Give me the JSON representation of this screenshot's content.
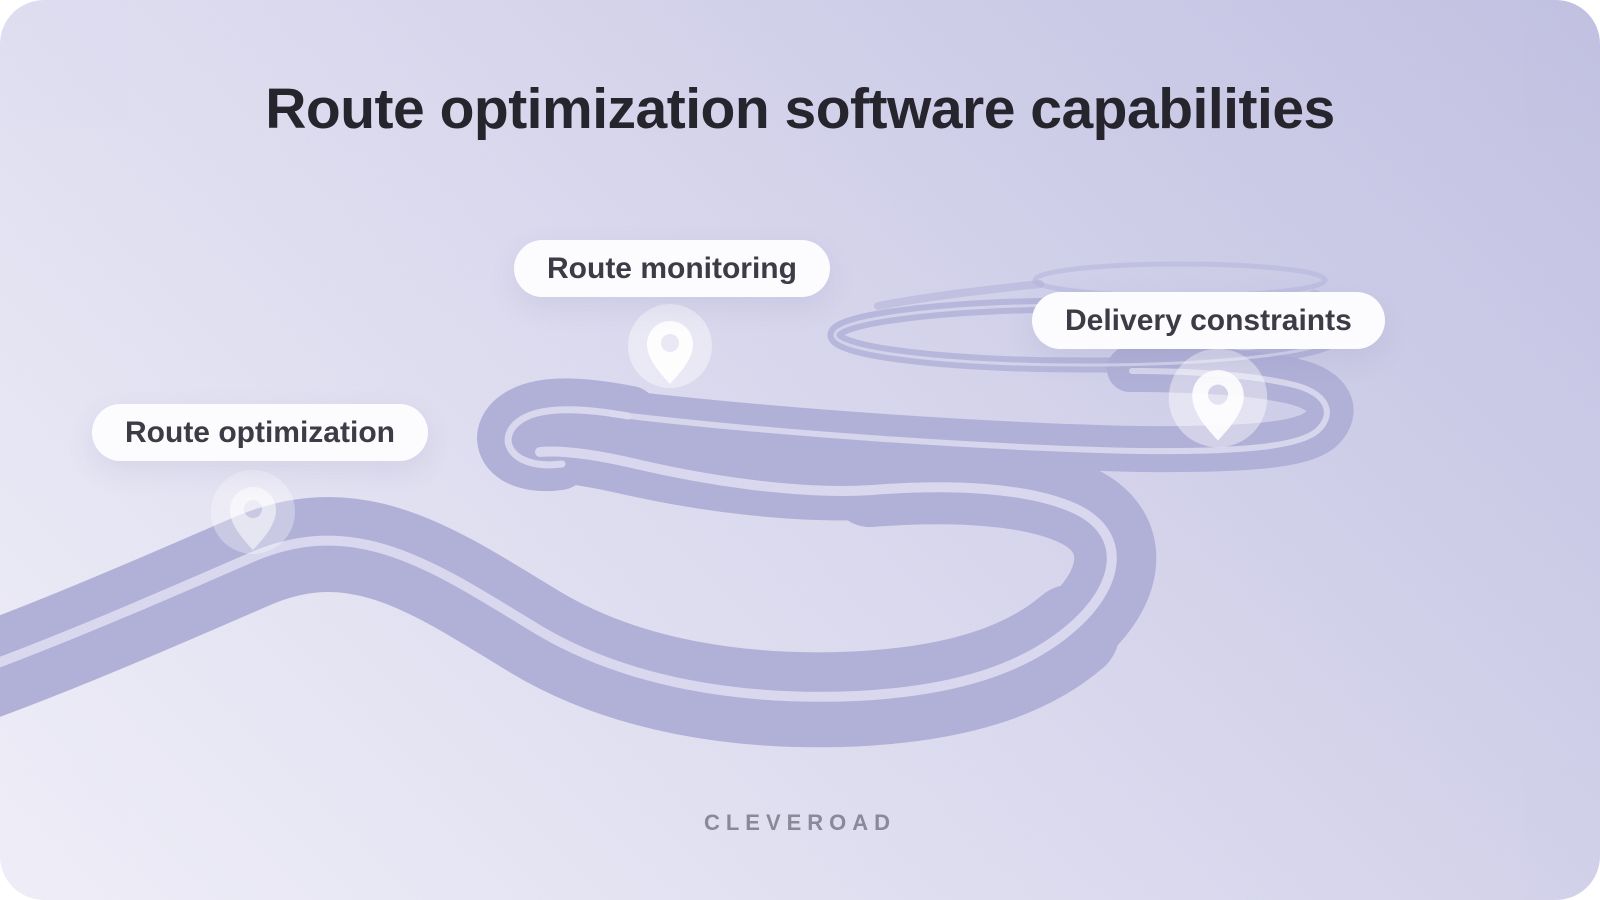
{
  "title": "Route optimization software capabilities",
  "capabilities": [
    {
      "label": "Route optimization",
      "icon": "map-pin-icon"
    },
    {
      "label": "Route monitoring",
      "icon": "map-pin-icon"
    },
    {
      "label": "Delivery constraints",
      "icon": "map-pin-icon"
    }
  ],
  "brand": "CLEVEROAD",
  "illustration": "winding-perspective-road",
  "colors": {
    "background_light": "#f0eff9",
    "background_dark": "#c2c1e2",
    "road": "#b1b0d8",
    "road_center_line": "#dbdaf0",
    "pill_background": "#fcfcff",
    "pill_text": "#3c3b46",
    "title_text": "#26252e",
    "brand_text": "#8a8999",
    "pin": "#ffffff"
  }
}
